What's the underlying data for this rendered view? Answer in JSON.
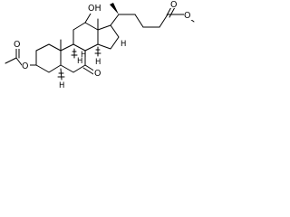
{
  "molecule": {
    "atom_labels": {
      "oh": "OH",
      "ketone_o": "O",
      "ester_ring_o": "O",
      "acetyl_carbonyl_o": "O",
      "ester_carbonyl_o": "O",
      "ester_methoxy_o": "O",
      "h_c5": "H",
      "h_c8": "H",
      "h_c9": "H",
      "h_c14": "H",
      "h_c17": "H"
    }
  }
}
